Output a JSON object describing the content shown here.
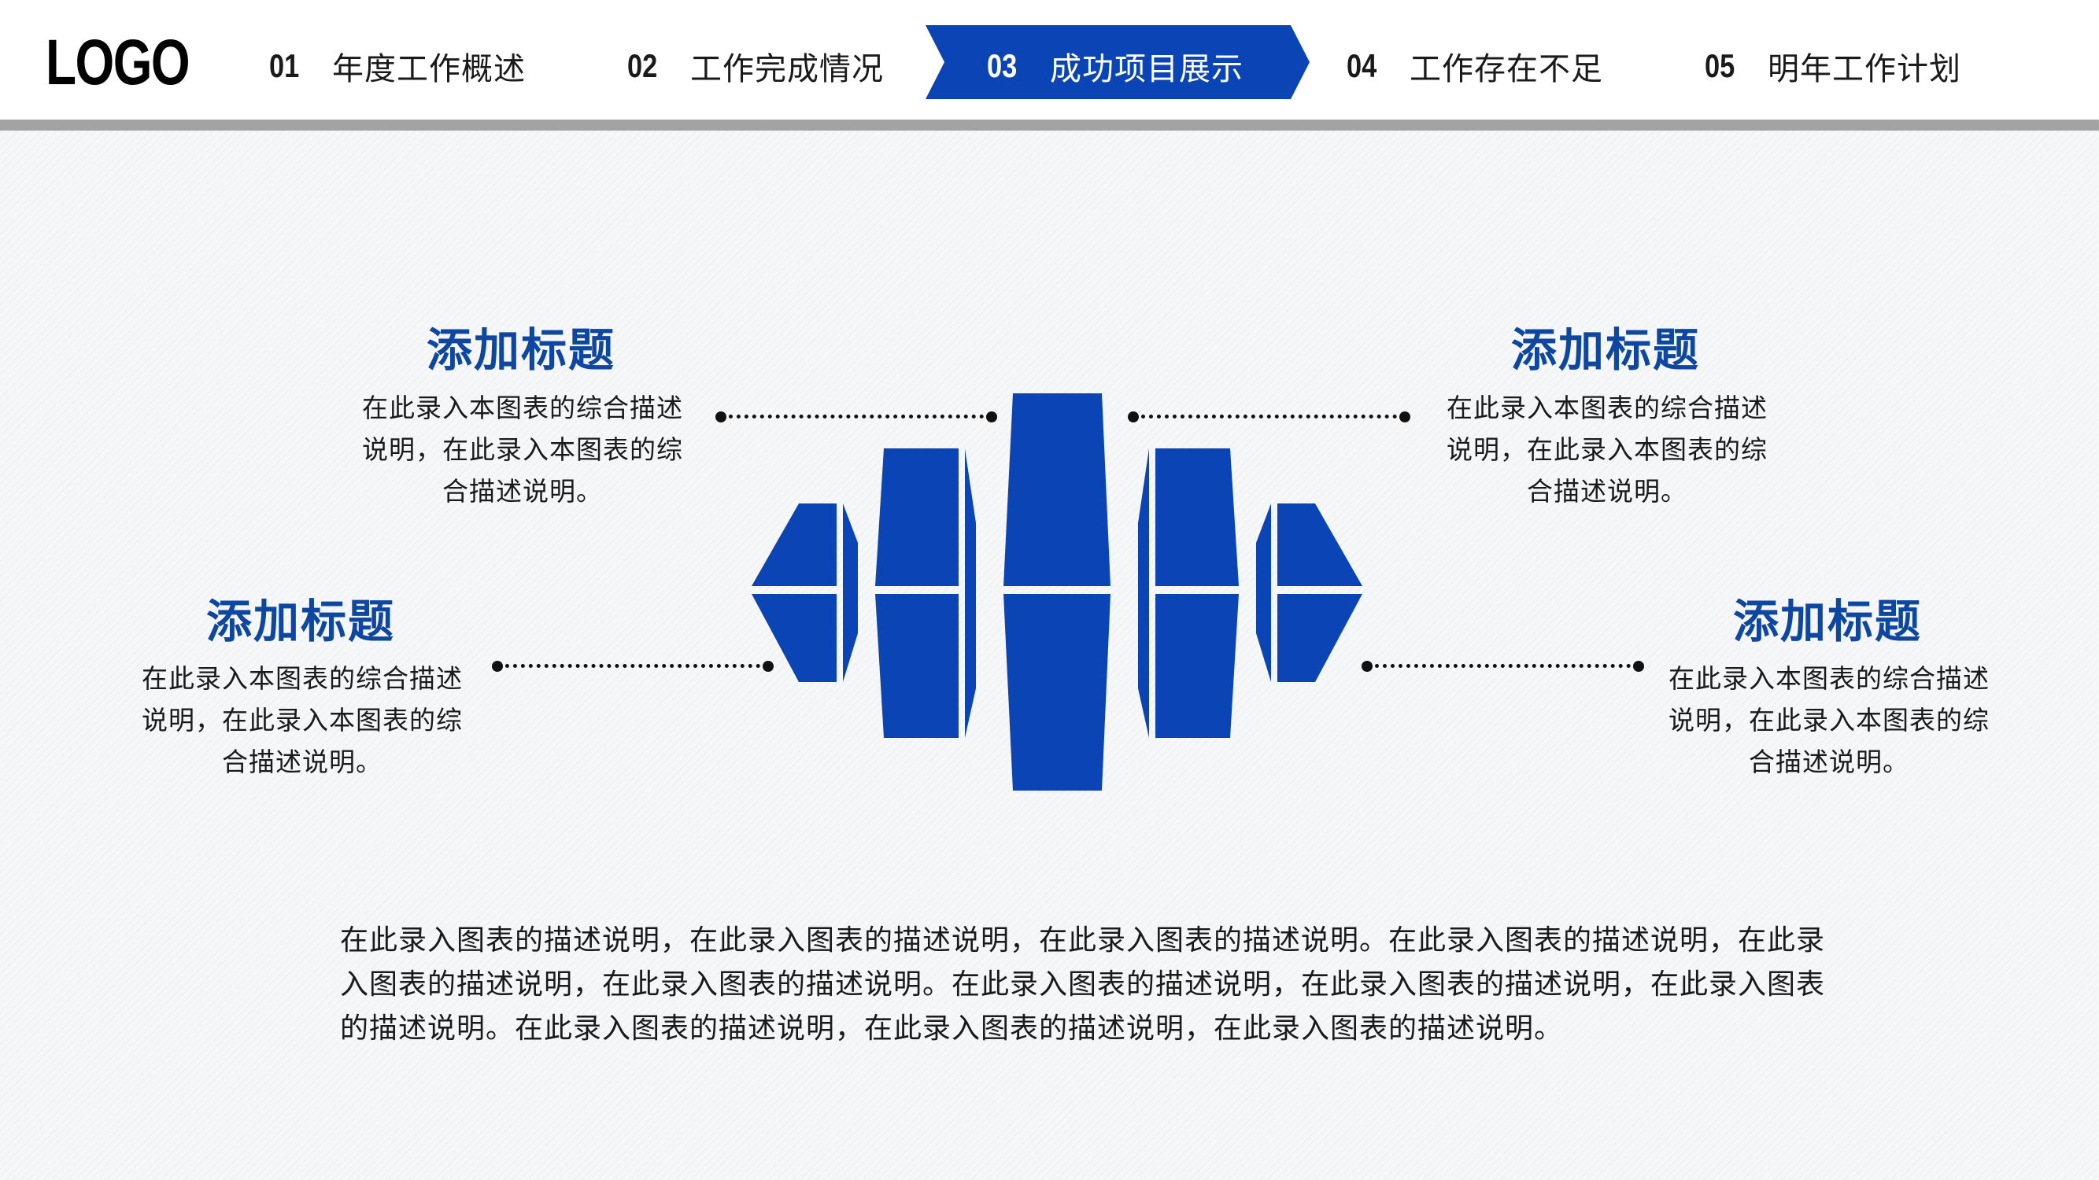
{
  "header": {
    "logo": "LOGO",
    "nav": [
      {
        "num": "01",
        "label": "年度工作概述"
      },
      {
        "num": "02",
        "label": "工作完成情况"
      },
      {
        "num": "03",
        "label": "成功项目展示"
      },
      {
        "num": "04",
        "label": "工作存在不足"
      },
      {
        "num": "05",
        "label": "明年工作计划"
      }
    ],
    "active_index": 2
  },
  "blocks": {
    "top_left": {
      "title": "添加标题",
      "desc": "在此录入本图表的综合描述说明，在此录入本图表的综合描述说明。"
    },
    "top_right": {
      "title": "添加标题",
      "desc": "在此录入本图表的综合描述说明，在此录入本图表的综合描述说明。"
    },
    "bottom_left": {
      "title": "添加标题",
      "desc": "在此录入本图表的综合描述说明，在此录入本图表的综合描述说明。"
    },
    "bottom_right": {
      "title": "添加标题",
      "desc": "在此录入本图表的综合描述说明，在此录入本图表的综合描述说明。"
    }
  },
  "footer_text": "在此录入图表的描述说明，在此录入图表的描述说明，在此录入图表的描述说明。在此录入图表的描述说明，在此录入图表的描述说明，在此录入图表的描述说明。在此录入图表的描述说明，在此录入图表的描述说明，在此录入图表的描述说明。在此录入图表的描述说明，在此录入图表的描述说明，在此录入图表的描述说明。",
  "colors": {
    "accent": "#0d47a1",
    "graphic": "#0b45b5",
    "rule": "#a3a3a3"
  }
}
